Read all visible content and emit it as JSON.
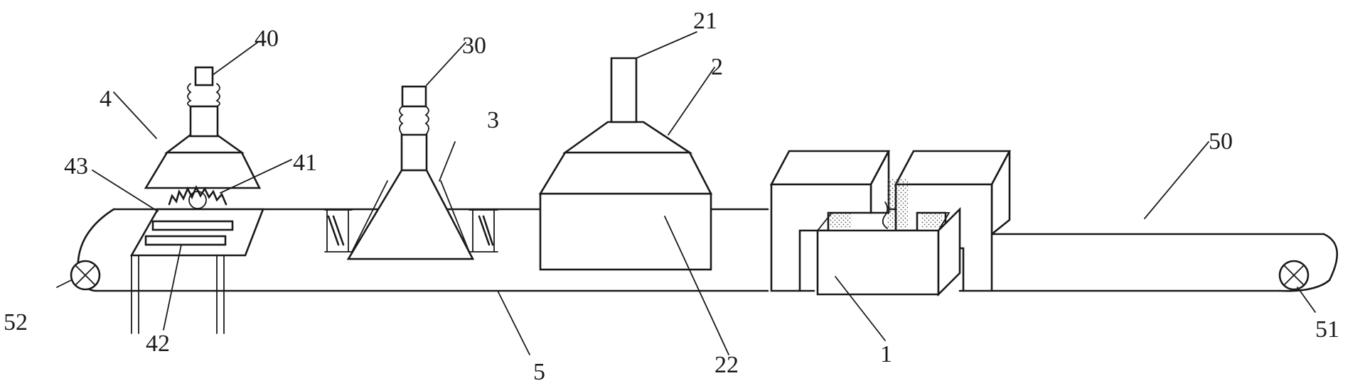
{
  "labels": {
    "l1": "1",
    "l2": "2",
    "l3": "3",
    "l4": "4",
    "l5": "5",
    "l21": "21",
    "l22": "22",
    "l30": "30",
    "l40": "40",
    "l41": "41",
    "l42": "42",
    "l43": "43",
    "l50": "50",
    "l51": "51",
    "l52": "52"
  },
  "colors": {
    "stroke": "#1a1a1a",
    "background": "#ffffff"
  }
}
